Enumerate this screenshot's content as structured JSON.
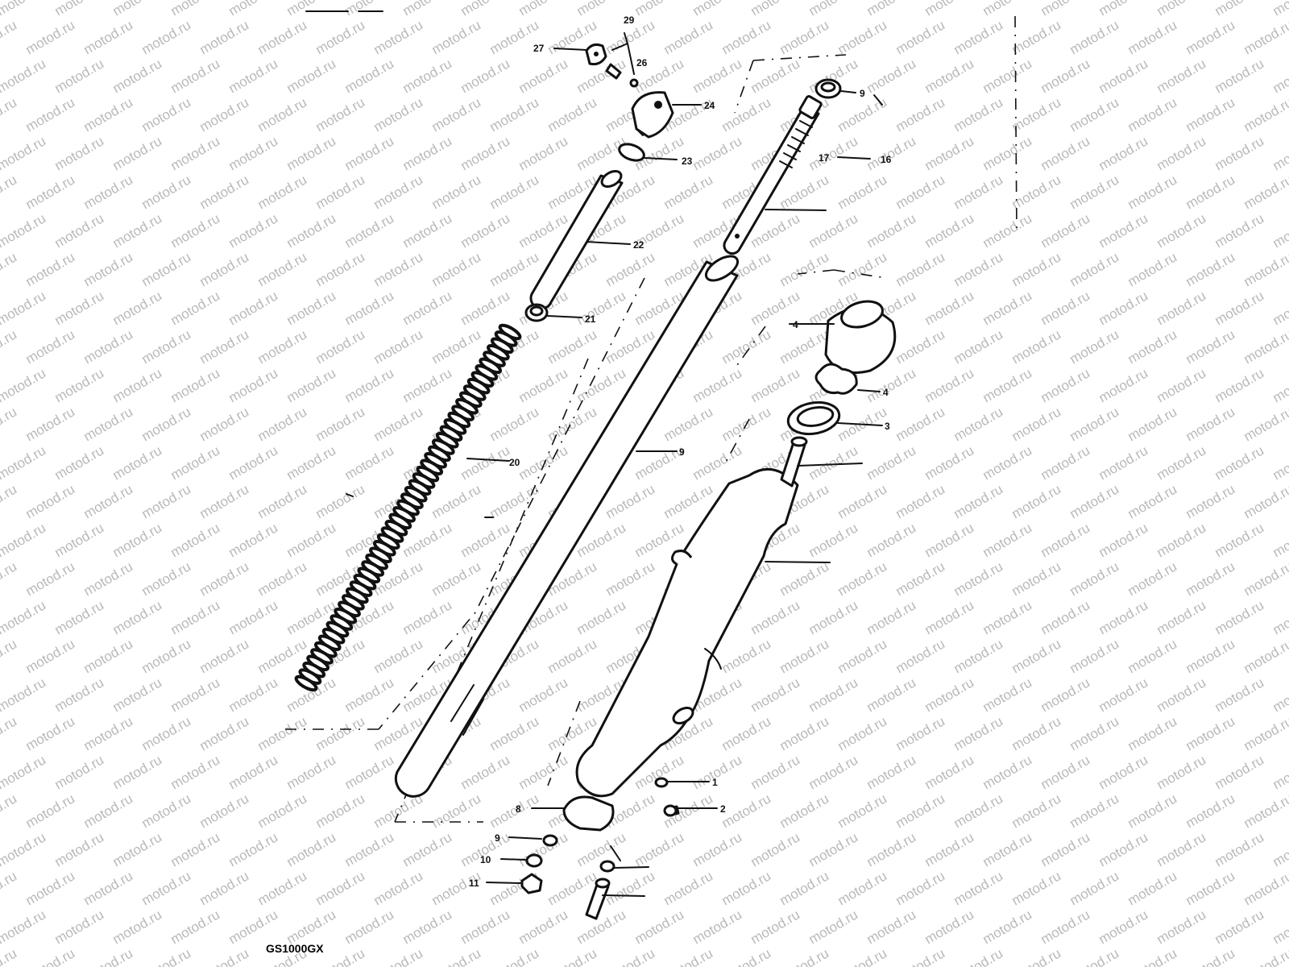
{
  "diagram": {
    "model_label": "GS1000GX",
    "watermark_text": "motod.ru",
    "callouts": [
      {
        "id": "c27",
        "text": "27"
      },
      {
        "id": "c29",
        "text": "29"
      },
      {
        "id": "c26",
        "text": "26"
      },
      {
        "id": "c24",
        "text": "24"
      },
      {
        "id": "c23",
        "text": "23"
      },
      {
        "id": "c22",
        "text": "22"
      },
      {
        "id": "c21",
        "text": "21"
      },
      {
        "id": "c20",
        "text": "20"
      },
      {
        "id": "c9top",
        "text": "9"
      },
      {
        "id": "c17",
        "text": "17"
      },
      {
        "id": "c16",
        "text": "16"
      },
      {
        "id": "c4a",
        "text": "4"
      },
      {
        "id": "c4b",
        "text": "4"
      },
      {
        "id": "c3",
        "text": "3"
      },
      {
        "id": "c9tube",
        "text": "9"
      },
      {
        "id": "c8",
        "text": "8"
      },
      {
        "id": "c9low",
        "text": "9"
      },
      {
        "id": "c10",
        "text": "10"
      },
      {
        "id": "c11",
        "text": "11"
      },
      {
        "id": "c1",
        "text": "1"
      },
      {
        "id": "c2",
        "text": "2"
      }
    ]
  },
  "colors": {
    "ink": "#111111",
    "watermark": "#b9b9b9",
    "background": "#ffffff"
  }
}
